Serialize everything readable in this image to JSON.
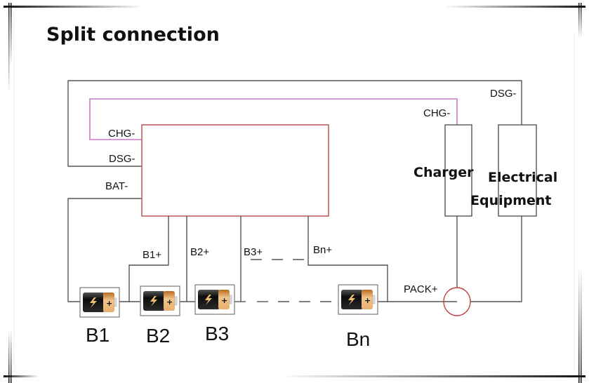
{
  "title": "Split connection",
  "colors": {
    "wire": "#555555",
    "charge_wire": "#c77ac7",
    "bms_border": "#c06060",
    "pack_node": "#c04040",
    "battery_dark": "#1a1a1a",
    "battery_copper": "#d4903a"
  },
  "bms": {
    "ports_left": [
      "CHG-",
      "DSG-",
      "BAT-"
    ]
  },
  "taps": [
    "B1+",
    "B2+",
    "B3+",
    "Bn+"
  ],
  "cells": [
    {
      "label": "B1",
      "icon": "battery-icon"
    },
    {
      "label": "B2",
      "icon": "battery-icon"
    },
    {
      "label": "B3",
      "icon": "battery-icon"
    },
    {
      "label": "Bn",
      "icon": "battery-icon"
    }
  ],
  "right": {
    "chg_label": "CHG-",
    "dsg_label": "DSG-",
    "charger": "Charger",
    "load_line1": "Electrical",
    "load_line2": "Equipment",
    "pack_label": "PACK+"
  }
}
